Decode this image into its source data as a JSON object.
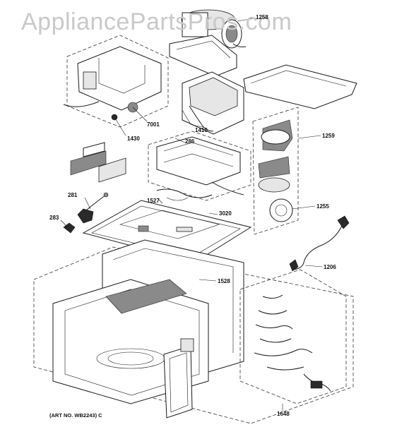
{
  "watermark": "AppliancePartsPros.com",
  "art_number": "(ART NO. WB2243) C",
  "callouts": [
    {
      "id": "1258",
      "label": "1258"
    },
    {
      "id": "7001",
      "label": "7001"
    },
    {
      "id": "1410",
      "label": "1410"
    },
    {
      "id": "1430",
      "label": "1430"
    },
    {
      "id": "286",
      "label": "286"
    },
    {
      "id": "1259",
      "label": "1259"
    },
    {
      "id": "281",
      "label": "281"
    },
    {
      "id": "1527",
      "label": "1527"
    },
    {
      "id": "3020",
      "label": "3020"
    },
    {
      "id": "1255",
      "label": "1255"
    },
    {
      "id": "283",
      "label": "283"
    },
    {
      "id": "1206",
      "label": "1206"
    },
    {
      "id": "1528",
      "label": "1528"
    },
    {
      "id": "1648",
      "label": "1648"
    }
  ]
}
